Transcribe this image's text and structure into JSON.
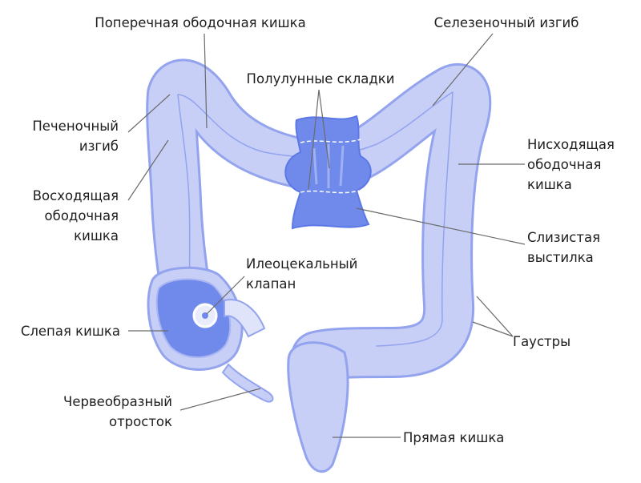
{
  "colors": {
    "tissue_fill": "#c7cff7",
    "tissue_outline": "#93a3ee",
    "mucosa": "#6f8aea",
    "line": "#6a6a6a",
    "text": "#1e1e1e"
  },
  "labels": {
    "transverse_colon": "Поперечная ободочная кишка",
    "splenic_flexure": "Селезеночный изгиб",
    "semilunar_folds": "Полулунные складки",
    "hepatic_flexure": [
      "Печеночный",
      "изгиб"
    ],
    "ascending_colon": [
      "Восходящая",
      "ободочная",
      "кишка"
    ],
    "descending_colon": [
      "Нисходящая",
      "ободочная",
      "кишка"
    ],
    "mucosal_lining": [
      "Слизистая",
      "выстилка"
    ],
    "ileocecal_valve": [
      "Илеоцекальный",
      "клапан"
    ],
    "cecum": "Слепая кишка",
    "haustra": "Гаустры",
    "appendix": [
      "Червеобразный",
      "отросток"
    ],
    "rectum": "Прямая кишка"
  }
}
